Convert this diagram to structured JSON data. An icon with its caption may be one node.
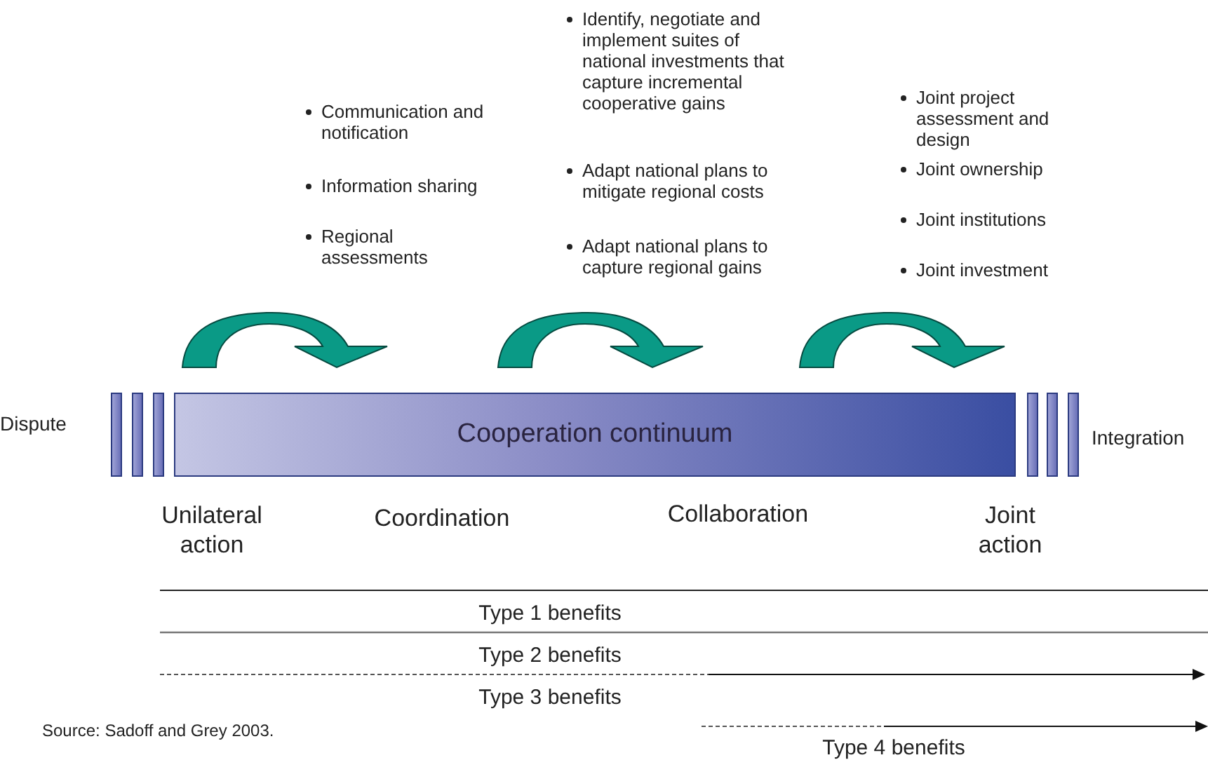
{
  "diagram": {
    "nodes": [
      {
        "text": [],
        "shape": "bar"
      },
      {
        "text": [],
        "shape": "bar"
      },
      {
        "text": [],
        "shape": "bar"
      },
      {
        "text": [
          "Cooperation continuum"
        ]
      },
      {
        "text": [],
        "shape": "bar"
      },
      {
        "text": [],
        "shape": "bar"
      },
      {
        "text": [],
        "shape": "bar"
      }
    ],
    "labels": [
      "Communication and notification",
      "Information sharing",
      "Regional assessments",
      "Identify, negotiate and implement suites of national investments that capture incremental cooperative gains",
      "Adapt national plans to mitigate regional costs",
      "Adapt national plans to capture regional gains",
      "Joint project assessment and design",
      "Joint ownership",
      "Joint institutions",
      "Joint investment",
      "Dispute",
      "Integration",
      "Unilateral action",
      "Coordination",
      "Collaboration",
      "Joint action",
      "Type 1 benefits",
      "Type 2 benefits",
      "Type 3 benefits",
      "Type 4 benefits",
      "Source: Sadoff and Grey 2003."
    ]
  }
}
